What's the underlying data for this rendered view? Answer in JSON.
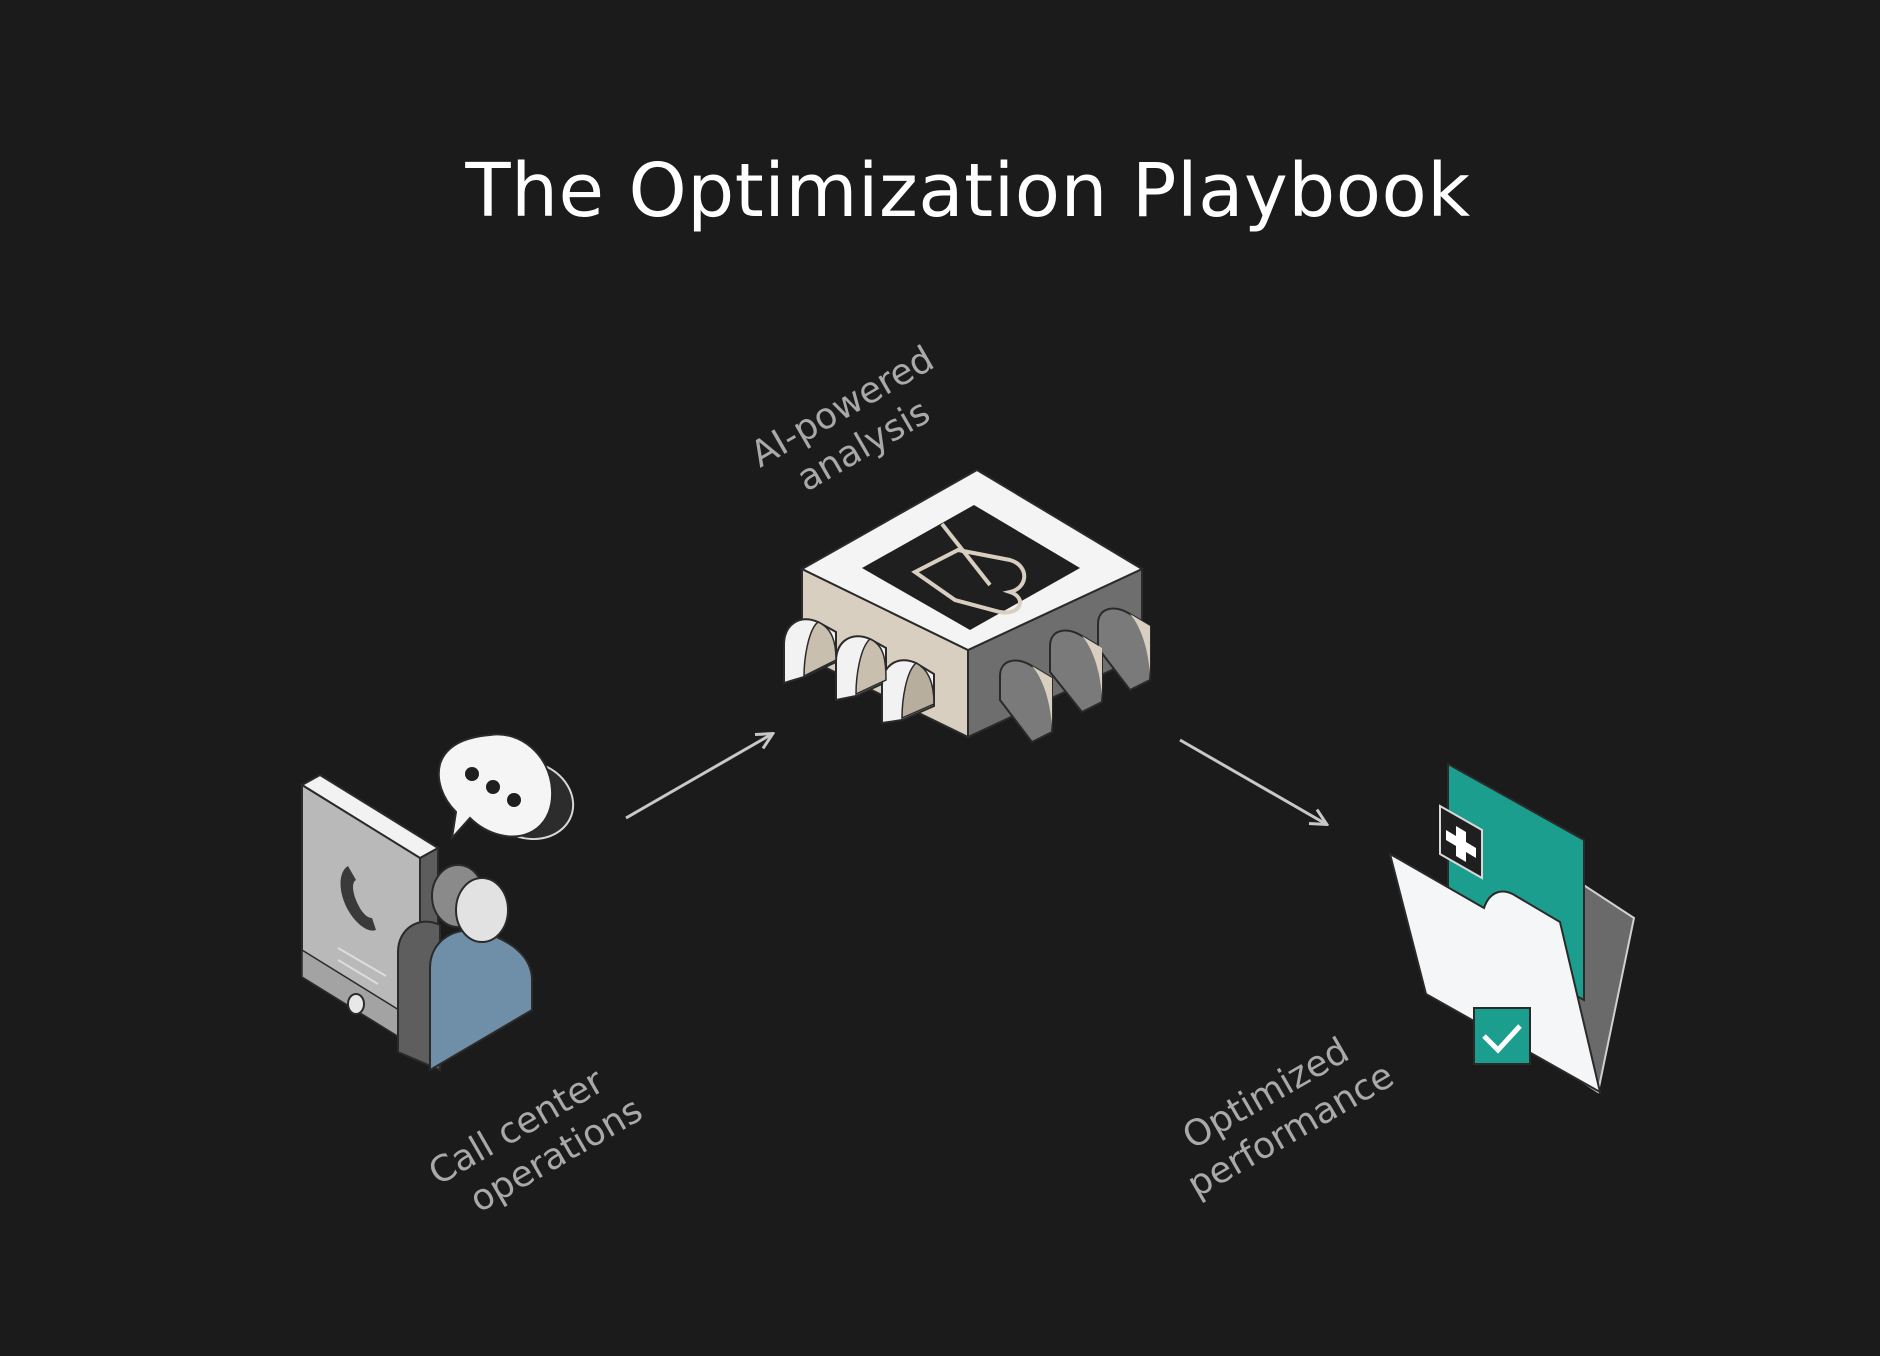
{
  "title": "The Optimization Playbook",
  "steps": [
    {
      "line1": "Call center",
      "line2": "operations",
      "icon": "call-center-agent-icon"
    },
    {
      "line1": "AI-powered",
      "line2": "analysis",
      "icon": "ai-chip-icon"
    },
    {
      "line1": "Optimized",
      "line2": "performance",
      "icon": "medical-folder-check-icon"
    }
  ],
  "colors": {
    "background": "#1b1b1b",
    "accent_teal": "#1b9e8e",
    "agent_blue": "#6f8fa8",
    "chip_beige": "#d8cfc0",
    "label_gray": "#a9a9a9"
  }
}
